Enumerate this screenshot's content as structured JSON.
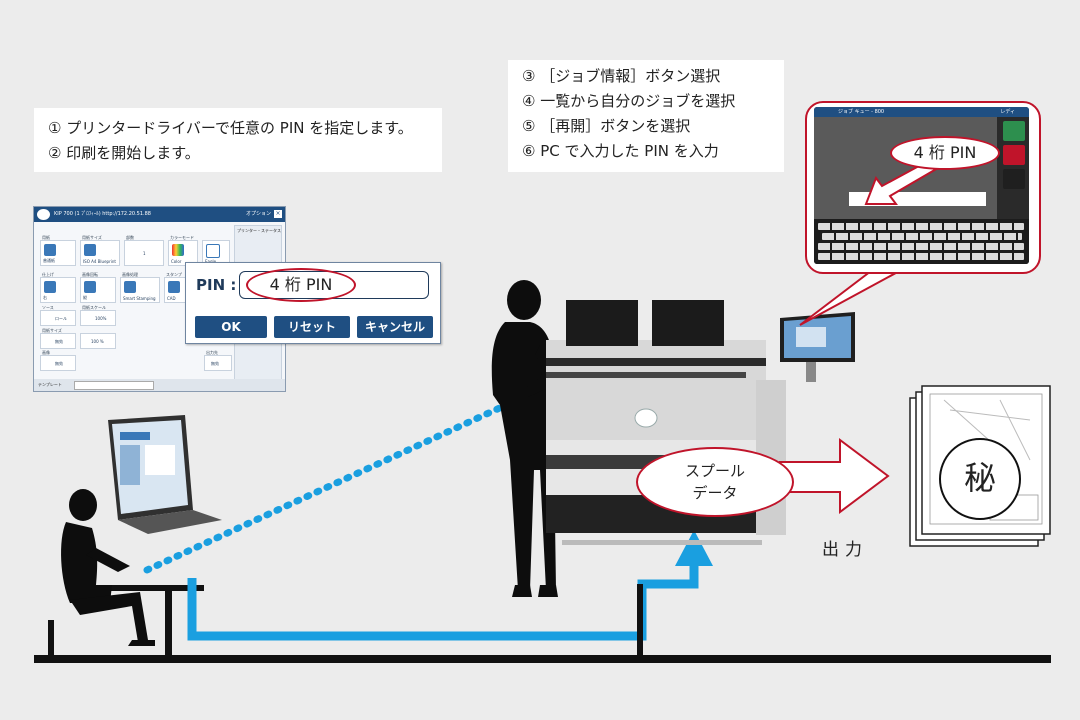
{
  "instructions_left": [
    "① プリンタードライバーで任意の PIN を指定します。",
    "② 印刷を開始します。"
  ],
  "instructions_right": [
    "③ ［ジョブ情報］ボタン選択",
    "④ 一覧から自分のジョブを選択",
    "⑤ ［再開］ボタンを選択",
    "⑥ PC で入力した PIN を入力"
  ],
  "pin_dialog": {
    "label": "PIN :",
    "value": "4 桁 PIN",
    "buttons": {
      "ok": "OK",
      "reset": "リセット",
      "cancel": "キャンセル"
    }
  },
  "driver": {
    "title": "KIP 700 (1 ﾌﾟﾛﾌｨｰﾙ)  http://172.20.51.88",
    "options": "オプション",
    "labels": [
      "用紙",
      "用紙サイズ",
      "部数",
      "カラーモード",
      "プリンター・ステータス",
      "仕上げ",
      "画像回転",
      "画像処理",
      "スタンプ",
      "ソース",
      "用紙スケール",
      "用紙サイズ",
      "カラー",
      "画像",
      "出力先"
    ],
    "template": "テンプレート",
    "cells": [
      "普通紙",
      "ISO A4 Blueprint",
      "1",
      "Color",
      "Eagle",
      "右",
      "縦",
      "Smart Stamping",
      "CAD",
      "ロール",
      "100%",
      "無効",
      "100 %",
      "無効",
      "無効"
    ]
  },
  "panel": {
    "title": "ジョブ キュー - 800",
    "status": "レディ",
    "pin": "4 桁 PIN"
  },
  "spool": {
    "line1": "スプール",
    "line2": "データ"
  },
  "output_label": "出力",
  "secret_mark": "秘",
  "colors": {
    "accent_red": "#c0142a",
    "arrow_blue": "#1a9fe0",
    "driver_blue": "#1f4f82",
    "silhouette": "#0d0d0d"
  }
}
